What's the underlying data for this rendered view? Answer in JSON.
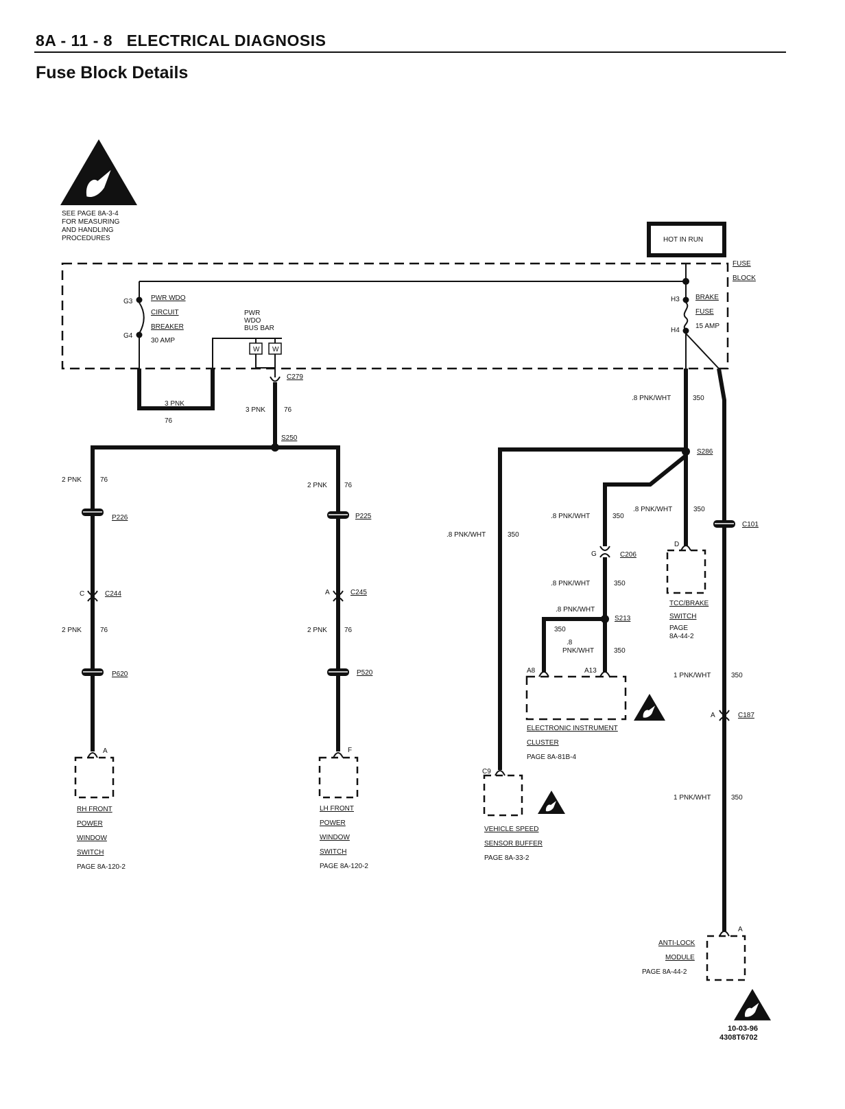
{
  "header": {
    "section": "8A - 11 - 8",
    "title": "ELECTRICAL DIAGNOSIS",
    "subtitle": "Fuse Block Details"
  },
  "esd_note": [
    "SEE PAGE 8A-3-4",
    "FOR MEASURING",
    "AND HANDLING",
    "PROCEDURES"
  ],
  "hot_box": "HOT IN RUN",
  "fuse_block": [
    "FUSE",
    "BLOCK"
  ],
  "terminals": {
    "g3": "G3",
    "g4": "G4",
    "h3": "H3",
    "h4": "H4"
  },
  "circuit_breaker": [
    "PWR WDO",
    "CIRCUIT",
    "BREAKER",
    "30 AMP"
  ],
  "bus_bar": [
    "PWR",
    "WDO",
    "BUS BAR"
  ],
  "bus_w": "W",
  "brake_fuse": [
    "BRAKE",
    "FUSE",
    "15 AMP"
  ],
  "connectors": {
    "c279": "C279",
    "s250": "S250",
    "p226": "P226",
    "p225": "P225",
    "c244": "C244",
    "c245": "C245",
    "p620": "P620",
    "p520": "P520",
    "s286": "S286",
    "c206": "C206",
    "s213": "S213",
    "c101": "C101",
    "c187": "C187"
  },
  "pins": {
    "c244": "C",
    "c245": "A",
    "c206": "G",
    "rh": "A",
    "lh": "F",
    "tcc": "D",
    "a8": "A8",
    "a13": "A13",
    "c9": "C9",
    "c187": "A",
    "abs": "A"
  },
  "wires": {
    "pnk3": "3 PNK",
    "pnk2": "2 PNK",
    "pw8": ".8 PNK/WHT",
    "pw1": "1 PNK/WHT",
    "c76": "76",
    "c350": "350",
    "dot8": ".8",
    "pnkwht": "PNK/WHT"
  },
  "components": {
    "rh": [
      "RH FRONT",
      "POWER",
      "WINDOW",
      "SWITCH",
      "PAGE 8A-120-2"
    ],
    "lh": [
      "LH FRONT",
      "POWER",
      "WINDOW",
      "SWITCH",
      "PAGE 8A-120-2"
    ],
    "vss": [
      "VEHICLE SPEED",
      "SENSOR BUFFER",
      "PAGE 8A-33-2"
    ],
    "eic": [
      "ELECTRONIC INSTRUMENT",
      "CLUSTER",
      "PAGE 8A-81B-4"
    ],
    "tcc": [
      "TCC/BRAKE",
      "SWITCH",
      "PAGE",
      "8A-44-2"
    ],
    "abs": [
      "ANTI-LOCK",
      "MODULE",
      "PAGE 8A-44-2"
    ]
  },
  "footer": {
    "date": "10-03-96",
    "code": "4308T6702"
  }
}
